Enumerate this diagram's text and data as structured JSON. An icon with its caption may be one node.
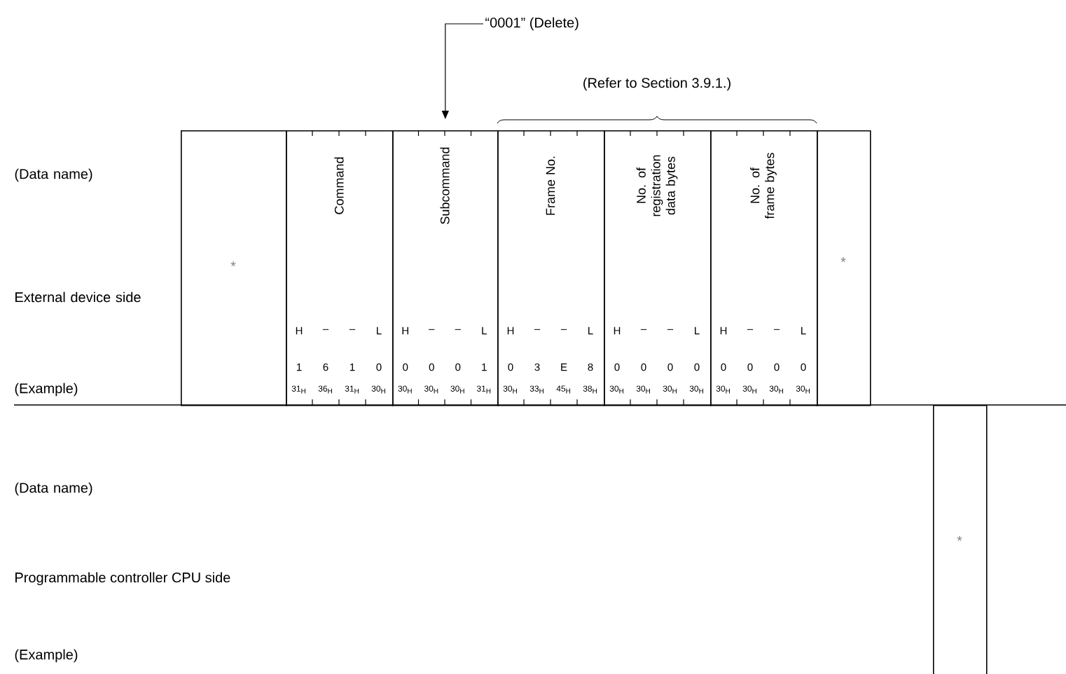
{
  "diagram": {
    "nodes": [
      {
        "text": [
          "*"
        ]
      },
      {
        "text": [
          "Command",
          "H",
          "–",
          "–",
          "L",
          "1",
          "6",
          "1",
          "0",
          "31$_{H}$",
          "36$_{H}$",
          "31$_{H}$",
          "30$_{H}$"
        ]
      },
      {
        "text": [
          "Subcommand",
          "H",
          "–",
          "–",
          "L",
          "0",
          "0",
          "0",
          "1",
          "30$_{H}$",
          "30$_{H}$",
          "30$_{H}$",
          "31$_{H}$"
        ]
      },
      {
        "text": [
          "Frame No.",
          "H",
          "–",
          "–",
          "L",
          "0",
          "3",
          "E",
          "8",
          "30$_{H}$",
          "33$_{H}$",
          "45$_{H}$",
          "38$_{H}$"
        ]
      },
      {
        "text": [
          "No. of registration data bytes",
          "H",
          "–",
          "–",
          "L",
          "0",
          "0",
          "0",
          "0",
          "30$_{H}$",
          "30$_{H}$",
          "30$_{H}$",
          "30$_{H}$"
        ]
      },
      {
        "text": [
          "No. of frame bytes",
          "H",
          "–",
          "–",
          "L",
          "0",
          "0",
          "0",
          "0",
          "30$_{H}$",
          "30$_{H}$",
          "30$_{H}$",
          "30$_{H}$"
        ]
      },
      {
        "text": [
          "*"
        ]
      },
      {
        "text": [
          "*"
        ]
      },
      {
        "text": [
          "“0001” (Delete)"
        ]
      }
    ],
    "edges": [
      {
        "from": 8,
        "to": 2,
        "arrow": "to"
      }
    ],
    "labels": [
      "(Refer to Section 3.9.1.)",
      "(Data name)",
      "External device side",
      "(Example)",
      "(Data name)",
      "Programmable controller CPU side",
      "(Example)"
    ]
  }
}
